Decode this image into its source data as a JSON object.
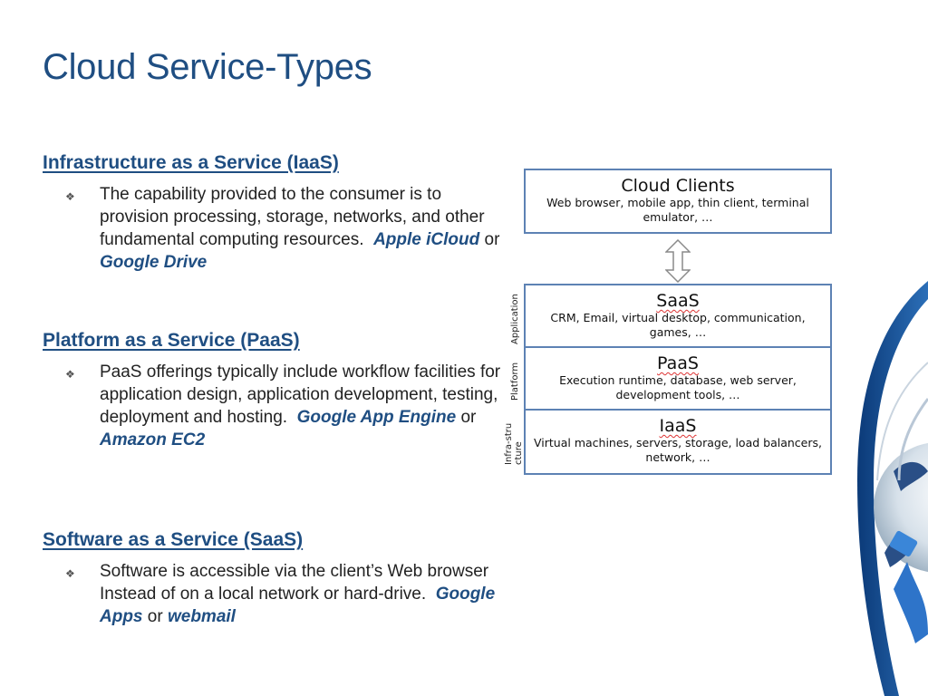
{
  "title": "Cloud Service-Types",
  "sections": [
    {
      "heading": "Infrastructure as a Service (IaaS)",
      "text": "The capability provided to the consumer is to provision processing, storage, networks, and other fundamental computing resources.",
      "example1": "Apple iCloud",
      "connector": "or",
      "example2": "Google Drive"
    },
    {
      "heading": "Platform as a Service (PaaS)",
      "text": "PaaS offerings typically include workflow facilities for application design, application development, testing, deployment and hosting.",
      "example1": "Google App Engine",
      "connector": "or",
      "example2": "Amazon EC2"
    },
    {
      "heading": "Software as a Service (SaaS)",
      "text": "Software is accessible via the client’s Web browser Instead of on a local network or hard-drive.",
      "example1": "Google Apps",
      "connector": "or",
      "example2": "webmail"
    }
  ],
  "diagram": {
    "clients": {
      "title": "Cloud Clients",
      "desc": "Web browser, mobile app, thin client, terminal emulator, …"
    },
    "layers": [
      {
        "title": "SaaS",
        "desc": "CRM, Email, virtual desktop, communication, games, …",
        "side": "Application"
      },
      {
        "title": "PaaS",
        "desc": "Execution runtime, database, web server, development tools, …",
        "side": "Platform"
      },
      {
        "title": "IaaS",
        "desc": "Virtual machines, servers, storage, load balancers, network, …",
        "side": "Infra-structure"
      }
    ]
  },
  "colors": {
    "heading": "#1f4e82",
    "box_border": "#5d82b4"
  }
}
